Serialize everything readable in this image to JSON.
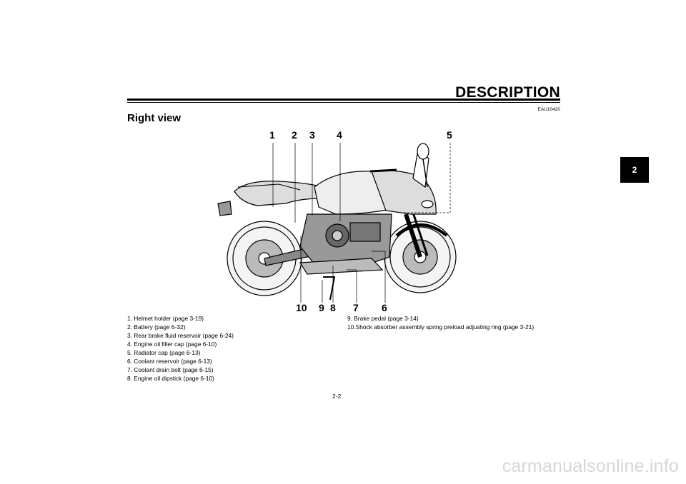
{
  "header": {
    "title": "DESCRIPTION"
  },
  "section": {
    "title": "Right view",
    "code": "EAU10420"
  },
  "tab": {
    "label": "2"
  },
  "callouts": [
    "1",
    "2",
    "3",
    "4",
    "5",
    "6",
    "7",
    "8",
    "9",
    "10"
  ],
  "legend_left": [
    "1. Helmet holder (page 3-19)",
    "2. Battery (page 6-32)",
    "3. Rear brake fluid reservoir (page 6-24)",
    "4. Engine oil filler cap (page 6-10)",
    "5. Radiator cap (page 6-13)",
    "6. Coolant reservoir (page 6-13)",
    "7. Coolant drain bolt (page 6-15)",
    "8. Engine oil dipstick (page 6-10)"
  ],
  "legend_right": [
    "9.  Brake pedal (page 3-14)",
    "10.Shock absorber assembly spring preload adjusting ring (page 3-21)"
  ],
  "footer": {
    "page": "2-2"
  },
  "watermark": "carmanualsonline.info"
}
